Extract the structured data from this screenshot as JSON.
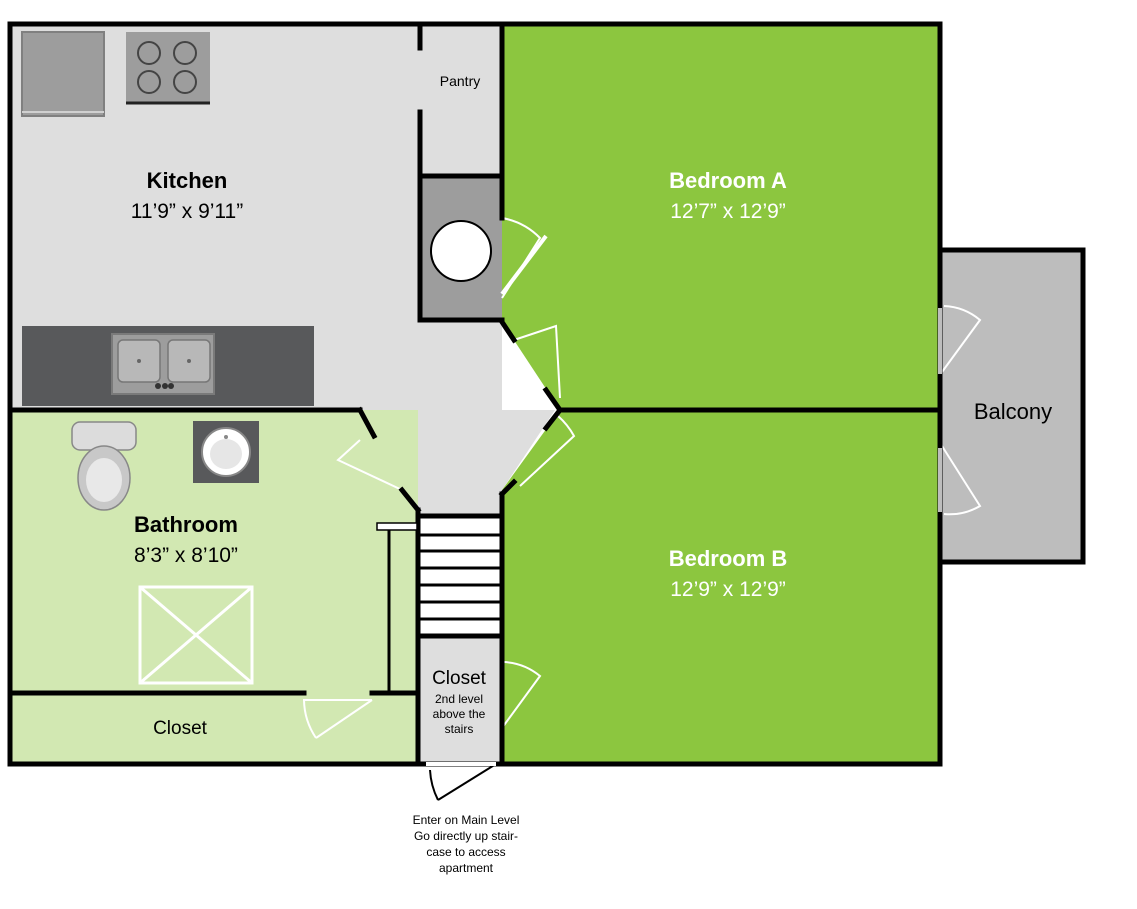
{
  "colors": {
    "wall": "#000000",
    "kitchen_floor": "#dedede",
    "bathroom_floor": "#d2e8b2",
    "bedroom_floor": "#8cc63f",
    "balcony_floor": "#bdbdbd",
    "counter": "#58595b",
    "appliance": "#9d9d9d",
    "white": "#ffffff"
  },
  "rooms": {
    "kitchen": {
      "name": "Kitchen",
      "dims": "11’9” x 9’11”"
    },
    "bedroom_a": {
      "name": "Bedroom A",
      "dims": "12’7” x 12’9”"
    },
    "bedroom_b": {
      "name": "Bedroom B",
      "dims": "12’9” x 12’9”"
    },
    "bathroom": {
      "name": "Bathroom",
      "dims": "8’3” x 8’10”"
    },
    "balcony": {
      "name": "Balcony"
    },
    "pantry": {
      "name": "Pantry"
    },
    "closet_bath": {
      "name": "Closet"
    },
    "closet_stairs": {
      "name": "Closet",
      "note_lines": [
        "2nd level",
        "above the",
        "stairs"
      ]
    }
  },
  "entry_note": {
    "lines": [
      "Enter on Main Level",
      "Go directly up stair-",
      "case to access",
      "apartment"
    ]
  },
  "icons": {
    "stove": "stove-icon",
    "range": "cooktop-icon",
    "sink": "kitchen-sink-icon",
    "toilet": "toilet-icon",
    "basin": "bathroom-sink-icon",
    "shower": "shower-icon",
    "water_heater": "water-heater-icon",
    "stairs": "stairs-icon"
  }
}
